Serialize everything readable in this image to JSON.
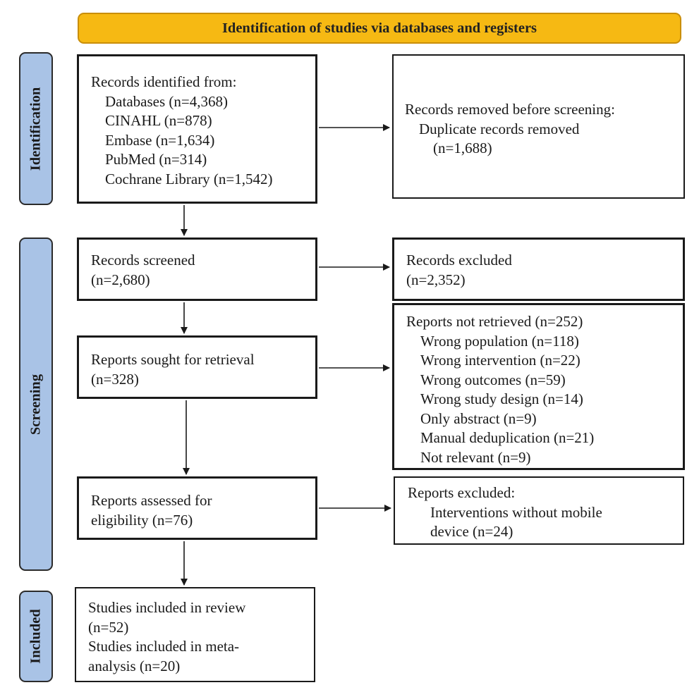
{
  "header": {
    "title": "Identification of studies via databases and registers"
  },
  "phases": {
    "identification": "Identification",
    "screening": "Screening",
    "included": "Included"
  },
  "boxes": {
    "records_identified": {
      "lines": [
        "Records identified from:",
        "Databases (n=4,368)",
        "CINAHL (n=878)",
        "Embase (n=1,634)",
        "PubMed (n=314)",
        "Cochrane Library (n=1,542)"
      ]
    },
    "records_removed": {
      "lines": [
        "Records removed before screening:",
        "Duplicate records removed",
        "(n=1,688)"
      ]
    },
    "records_screened": {
      "lines": [
        "Records screened",
        "(n=2,680)"
      ]
    },
    "records_excluded": {
      "lines": [
        "Records excluded",
        "(n=2,352)"
      ]
    },
    "reports_sought": {
      "lines": [
        "Reports sought for retrieval",
        "(n=328)"
      ]
    },
    "reports_not_retrieved": {
      "lines": [
        "Reports not retrieved (n=252)",
        "Wrong population (n=118)",
        "Wrong intervention (n=22)",
        "Wrong outcomes (n=59)",
        "Wrong study design (n=14)",
        "Only abstract (n=9)",
        "Manual deduplication (n=21)",
        "Not relevant (n=9)"
      ]
    },
    "reports_assessed": {
      "lines": [
        "Reports assessed for",
        "eligibility (n=76)"
      ]
    },
    "reports_excluded": {
      "lines": [
        "Reports excluded:",
        "Interventions without mobile",
        "device (n=24)"
      ]
    },
    "studies_included": {
      "lines": [
        "Studies included in review",
        "(n=52)",
        "Studies included in meta-",
        "analysis (n=20)"
      ]
    }
  },
  "colors": {
    "header_fill": "#f6b913",
    "header_border": "#c98e0a",
    "phase_fill": "#a9c3e6",
    "box_border": "#1a1a1a"
  }
}
